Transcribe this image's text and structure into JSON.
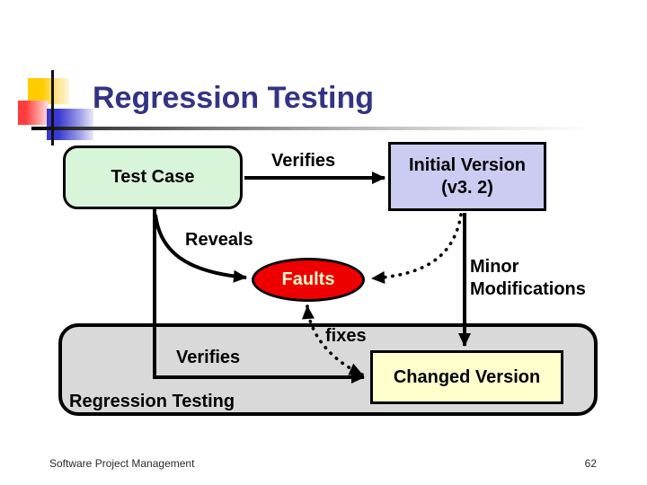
{
  "slide": {
    "title": "Regression Testing",
    "footer": "Software Project Management",
    "page_number": "62"
  },
  "diagram": {
    "nodes": {
      "test_case": "Test Case",
      "initial_version_line1": "Initial Version",
      "initial_version_line2": "(v3. 2)",
      "faults": "Faults",
      "changed_version": "Changed Version",
      "regression_container": "Regression Testing"
    },
    "edges": {
      "verifies_top": "Verifies",
      "reveals": "Reveals",
      "minor_modifications": "Minor Modifications",
      "fixes": "fixes",
      "verifies_bottom": "Verifies"
    },
    "colors": {
      "title_text": "#333386",
      "test_case_fill": "#d9f5d9",
      "initial_version_fill": "#ccccf2",
      "faults_fill": "#ee0000",
      "faults_text": "#fff9cf",
      "changed_version_fill": "#ffffcc",
      "container_fill": "#d9d9d9",
      "line": "#000000",
      "decoration": [
        "#ffcc00",
        "#ff3b3b",
        "#3a3ad1"
      ]
    }
  }
}
